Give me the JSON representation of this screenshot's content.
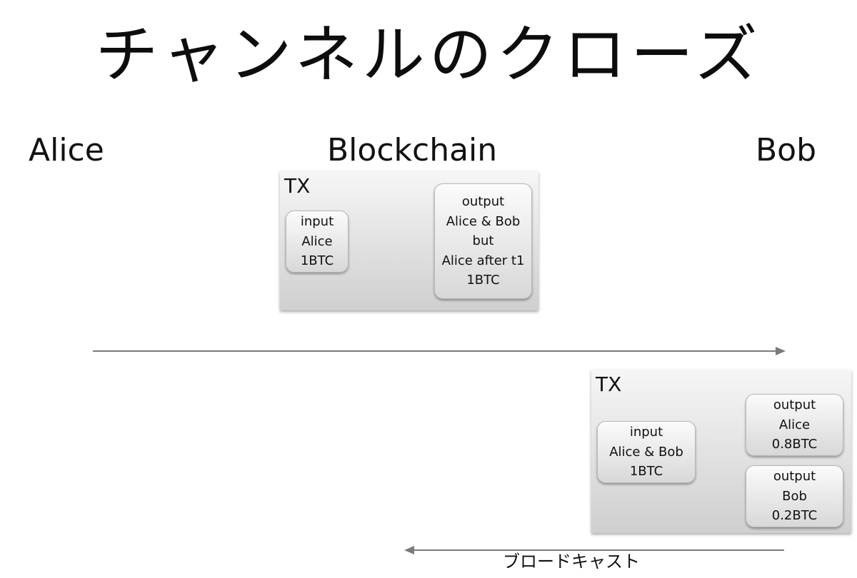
{
  "title": "チャンネルのクローズ",
  "actors": {
    "alice": "Alice",
    "blockchain": "Blockchain",
    "bob": "Bob"
  },
  "tx1": {
    "label": "TX",
    "input": [
      "input",
      "Alice",
      "1BTC"
    ],
    "output": [
      "output",
      "Alice & Bob",
      "but",
      "Alice after t1",
      "1BTC"
    ]
  },
  "tx2": {
    "label": "TX",
    "input": [
      "input",
      "Alice & Bob",
      "1BTC"
    ],
    "output_alice": [
      "output",
      "Alice",
      "0.8BTC"
    ],
    "output_bob": [
      "output",
      "Bob",
      "0.2BTC"
    ]
  },
  "arrows": {
    "alice_to_bob": {
      "direction": "right"
    },
    "broadcast": {
      "direction": "left",
      "label": "ブロードキャスト"
    }
  },
  "colors": {
    "arrow": "#7a7a80",
    "panel_top": "#f6f6f6",
    "panel_bottom": "#cfcfcf"
  }
}
